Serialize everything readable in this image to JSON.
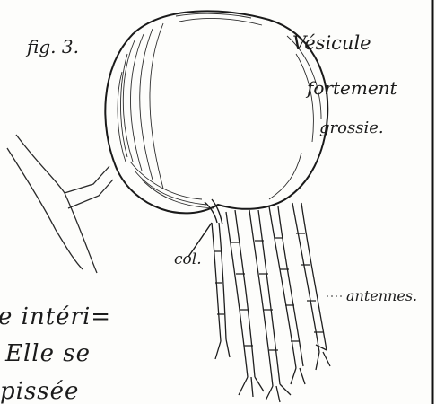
{
  "figure": {
    "label": "fig. 3.",
    "title_lines": [
      "Vésicule",
      "fortement",
      "grossie."
    ],
    "part_labels": {
      "neck": "col.",
      "antennae": "antennes."
    }
  },
  "body_text": {
    "lines": [
      "e intéri=",
      "Elle se",
      "pissée"
    ]
  },
  "colors": {
    "ink": "#1b1b1b",
    "paper": "#fdfdfb"
  }
}
